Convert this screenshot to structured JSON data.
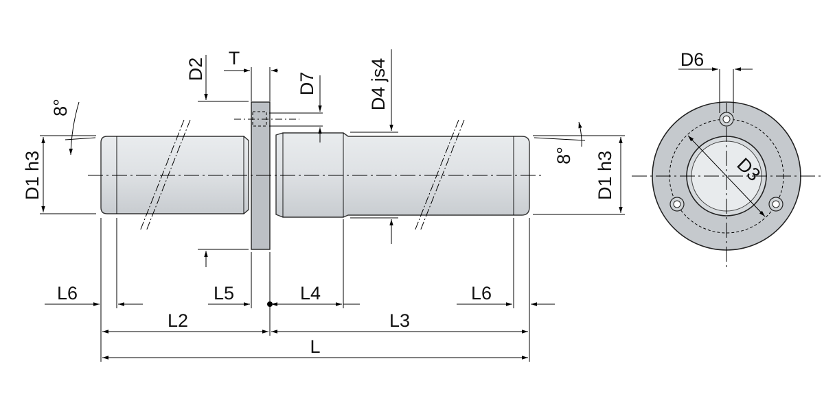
{
  "labels": {
    "d1_left": "D1 h3",
    "d1_right": "D1 h3",
    "d2": "D2",
    "t": "T",
    "d7": "D7",
    "d4": "D4 js4",
    "d6": "D6",
    "d3": "D3",
    "angle_left": "8°",
    "angle_right": "8°",
    "l6_left": "L6",
    "l5": "L5",
    "l4": "L4",
    "l6_right": "L6",
    "l2": "L2",
    "l3": "L3",
    "l": "L"
  },
  "colors": {
    "body_fill": "#d9dde0",
    "flange_fill": "#b9bdc2",
    "end_view_ring": "#c5c9cd",
    "bore_fill": "#e6e9eb"
  }
}
